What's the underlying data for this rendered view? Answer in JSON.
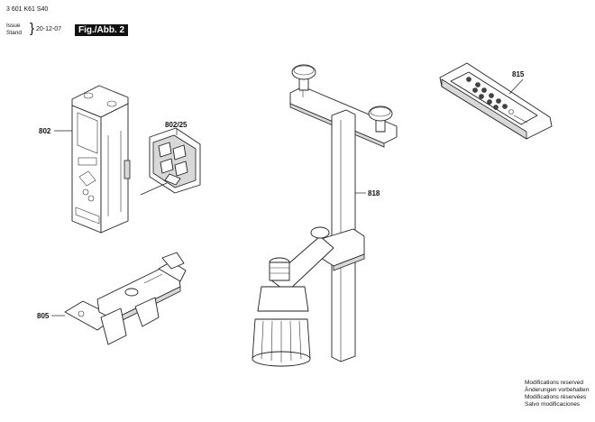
{
  "header": {
    "doc_number": "3 601 K61 S40",
    "issue_label": "Issue",
    "stand_label": "Stand",
    "brace": "}",
    "issue_date": "20-12-07",
    "fig_label": "Fig./Abb. 2"
  },
  "parts": [
    {
      "number": "802"
    },
    {
      "number": "802/25"
    },
    {
      "number": "815"
    },
    {
      "number": "818"
    },
    {
      "number": "805"
    }
  ],
  "notes": [
    "Modifications reserved",
    "Änderungen vorbehalten",
    "Modifications réservées",
    "Salvo modificaciones"
  ]
}
